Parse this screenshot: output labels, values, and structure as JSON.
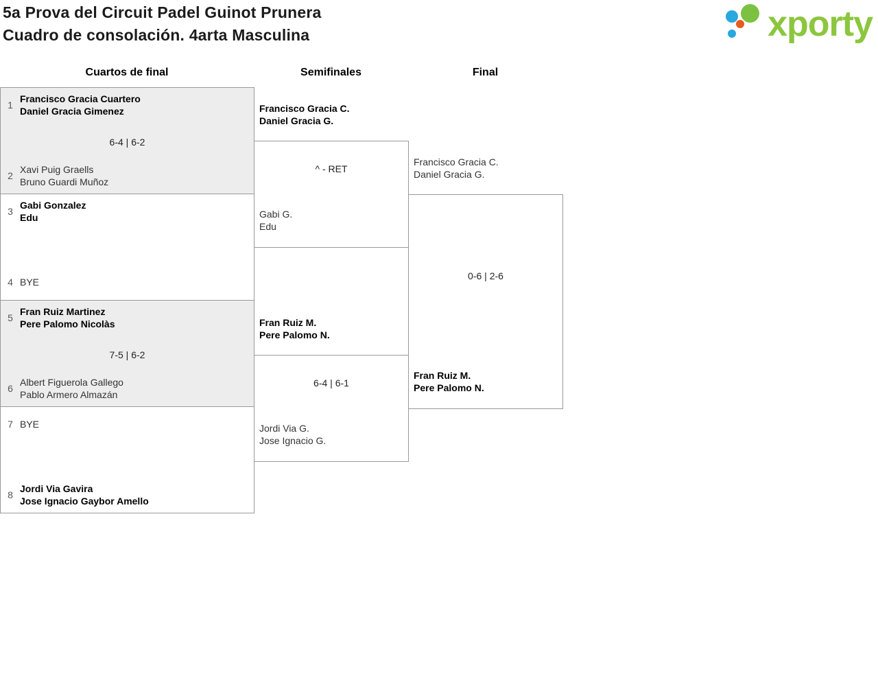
{
  "header": {
    "title_line1": "5a Prova del Circuit Padel Guinot Prunera",
    "title_line2": "Cuadro de consolación. 4arta Masculina"
  },
  "logo": {
    "text": "xporty"
  },
  "round_headers": {
    "quarterfinals": "Cuartos de final",
    "semifinals": "Semifinales",
    "final": "Final"
  },
  "qf": {
    "m1": {
      "seed_top": "1",
      "top": [
        "Francisco Gracia Cuartero",
        "Daniel Gracia Gimenez"
      ],
      "top_winner": true,
      "score": "6-4 | 6-2",
      "seed_bottom": "2",
      "bottom": [
        "Xavi Puig Graells",
        "Bruno Guardi Muñoz"
      ],
      "bottom_winner": false
    },
    "m2": {
      "seed_top": "3",
      "top": [
        "Gabi Gonzalez",
        "Edu"
      ],
      "top_winner": true,
      "score": "",
      "seed_bottom": "4",
      "bottom": [
        "BYE"
      ],
      "bottom_winner": false
    },
    "m3": {
      "seed_top": "5",
      "top": [
        "Fran Ruiz Martinez",
        "Pere Palomo Nicolàs"
      ],
      "top_winner": true,
      "score": "7-5 | 6-2",
      "seed_bottom": "6",
      "bottom": [
        "Albert Figuerola Gallego",
        "Pablo Armero Almazán"
      ],
      "bottom_winner": false
    },
    "m4": {
      "seed_top": "7",
      "top": [
        "BYE"
      ],
      "top_winner": false,
      "score": "",
      "seed_bottom": "8",
      "bottom": [
        "Jordi Via Gavira",
        "Jose Ignacio Gaybor Amello"
      ],
      "bottom_winner": true
    }
  },
  "sf": {
    "m1": {
      "top": [
        "Francisco Gracia C.",
        "Daniel Gracia G."
      ],
      "top_winner": true,
      "score": "^ - RET",
      "bottom": [
        "Gabi G.",
        "Edu"
      ],
      "bottom_winner": false
    },
    "m2": {
      "top": [
        "Fran Ruiz M.",
        "Pere Palomo N."
      ],
      "top_winner": true,
      "score": "6-4 | 6-1",
      "bottom": [
        "Jordi Via G.",
        "Jose Ignacio G."
      ],
      "bottom_winner": false
    }
  },
  "final": {
    "top": [
      "Francisco Gracia C.",
      "Daniel Gracia G."
    ],
    "top_winner": false,
    "score": "0-6 | 2-6",
    "bottom": [
      "Fran Ruiz M.",
      "Pere Palomo N."
    ],
    "bottom_winner": true
  },
  "colors": {
    "brand_green": "#8CC63E",
    "dot_green": "#7CC142",
    "dot_blue": "#29A8DF",
    "dot_orange": "#E55C1F",
    "shaded_bg": "#EDEDED",
    "border": "#999999"
  }
}
